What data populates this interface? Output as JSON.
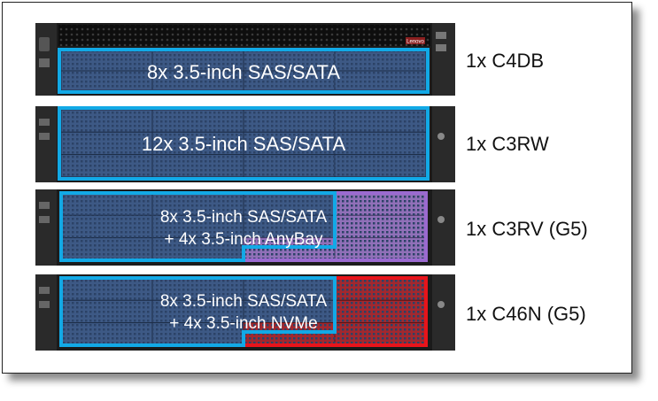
{
  "colors": {
    "bay_fill": "#3d5985",
    "chassis": "#1a1a1a",
    "sas_outline": "#12a9e6",
    "anybay_outline": "#9b6ad0",
    "anybay_fill": "#9070b8",
    "nvme_outline": "#e8141b",
    "nvme_fill": "#a3282e"
  },
  "brand_logo": "Lenovo",
  "configs": [
    {
      "name": "1x C4DB",
      "line1": "8x 3.5-inch SAS/SATA",
      "line2": ""
    },
    {
      "name": "1x C3RW",
      "line1": "12x 3.5-inch SAS/SATA",
      "line2": ""
    },
    {
      "name": "1x C3RV (G5)",
      "line1": "8x 3.5-inch SAS/SATA",
      "line2": "+ 4x 3.5-inch AnyBay"
    },
    {
      "name": "1x C46N (G5)",
      "line1": "8x 3.5-inch SAS/SATA",
      "line2": "+ 4x 3.5-inch NVMe"
    }
  ]
}
